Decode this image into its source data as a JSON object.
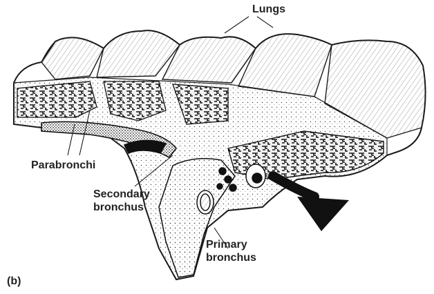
{
  "labels": {
    "lungs": "Lungs",
    "parabronchi": "Parabronchi",
    "secondary_line1": "Secondary",
    "secondary_line2": "bronchus",
    "primary_line1": "Primary",
    "primary_line2": "bronchus",
    "panel": "(b)"
  },
  "colors": {
    "ink": "#1a1a1a",
    "paper": "#ffffff",
    "stipple": "#555555"
  }
}
